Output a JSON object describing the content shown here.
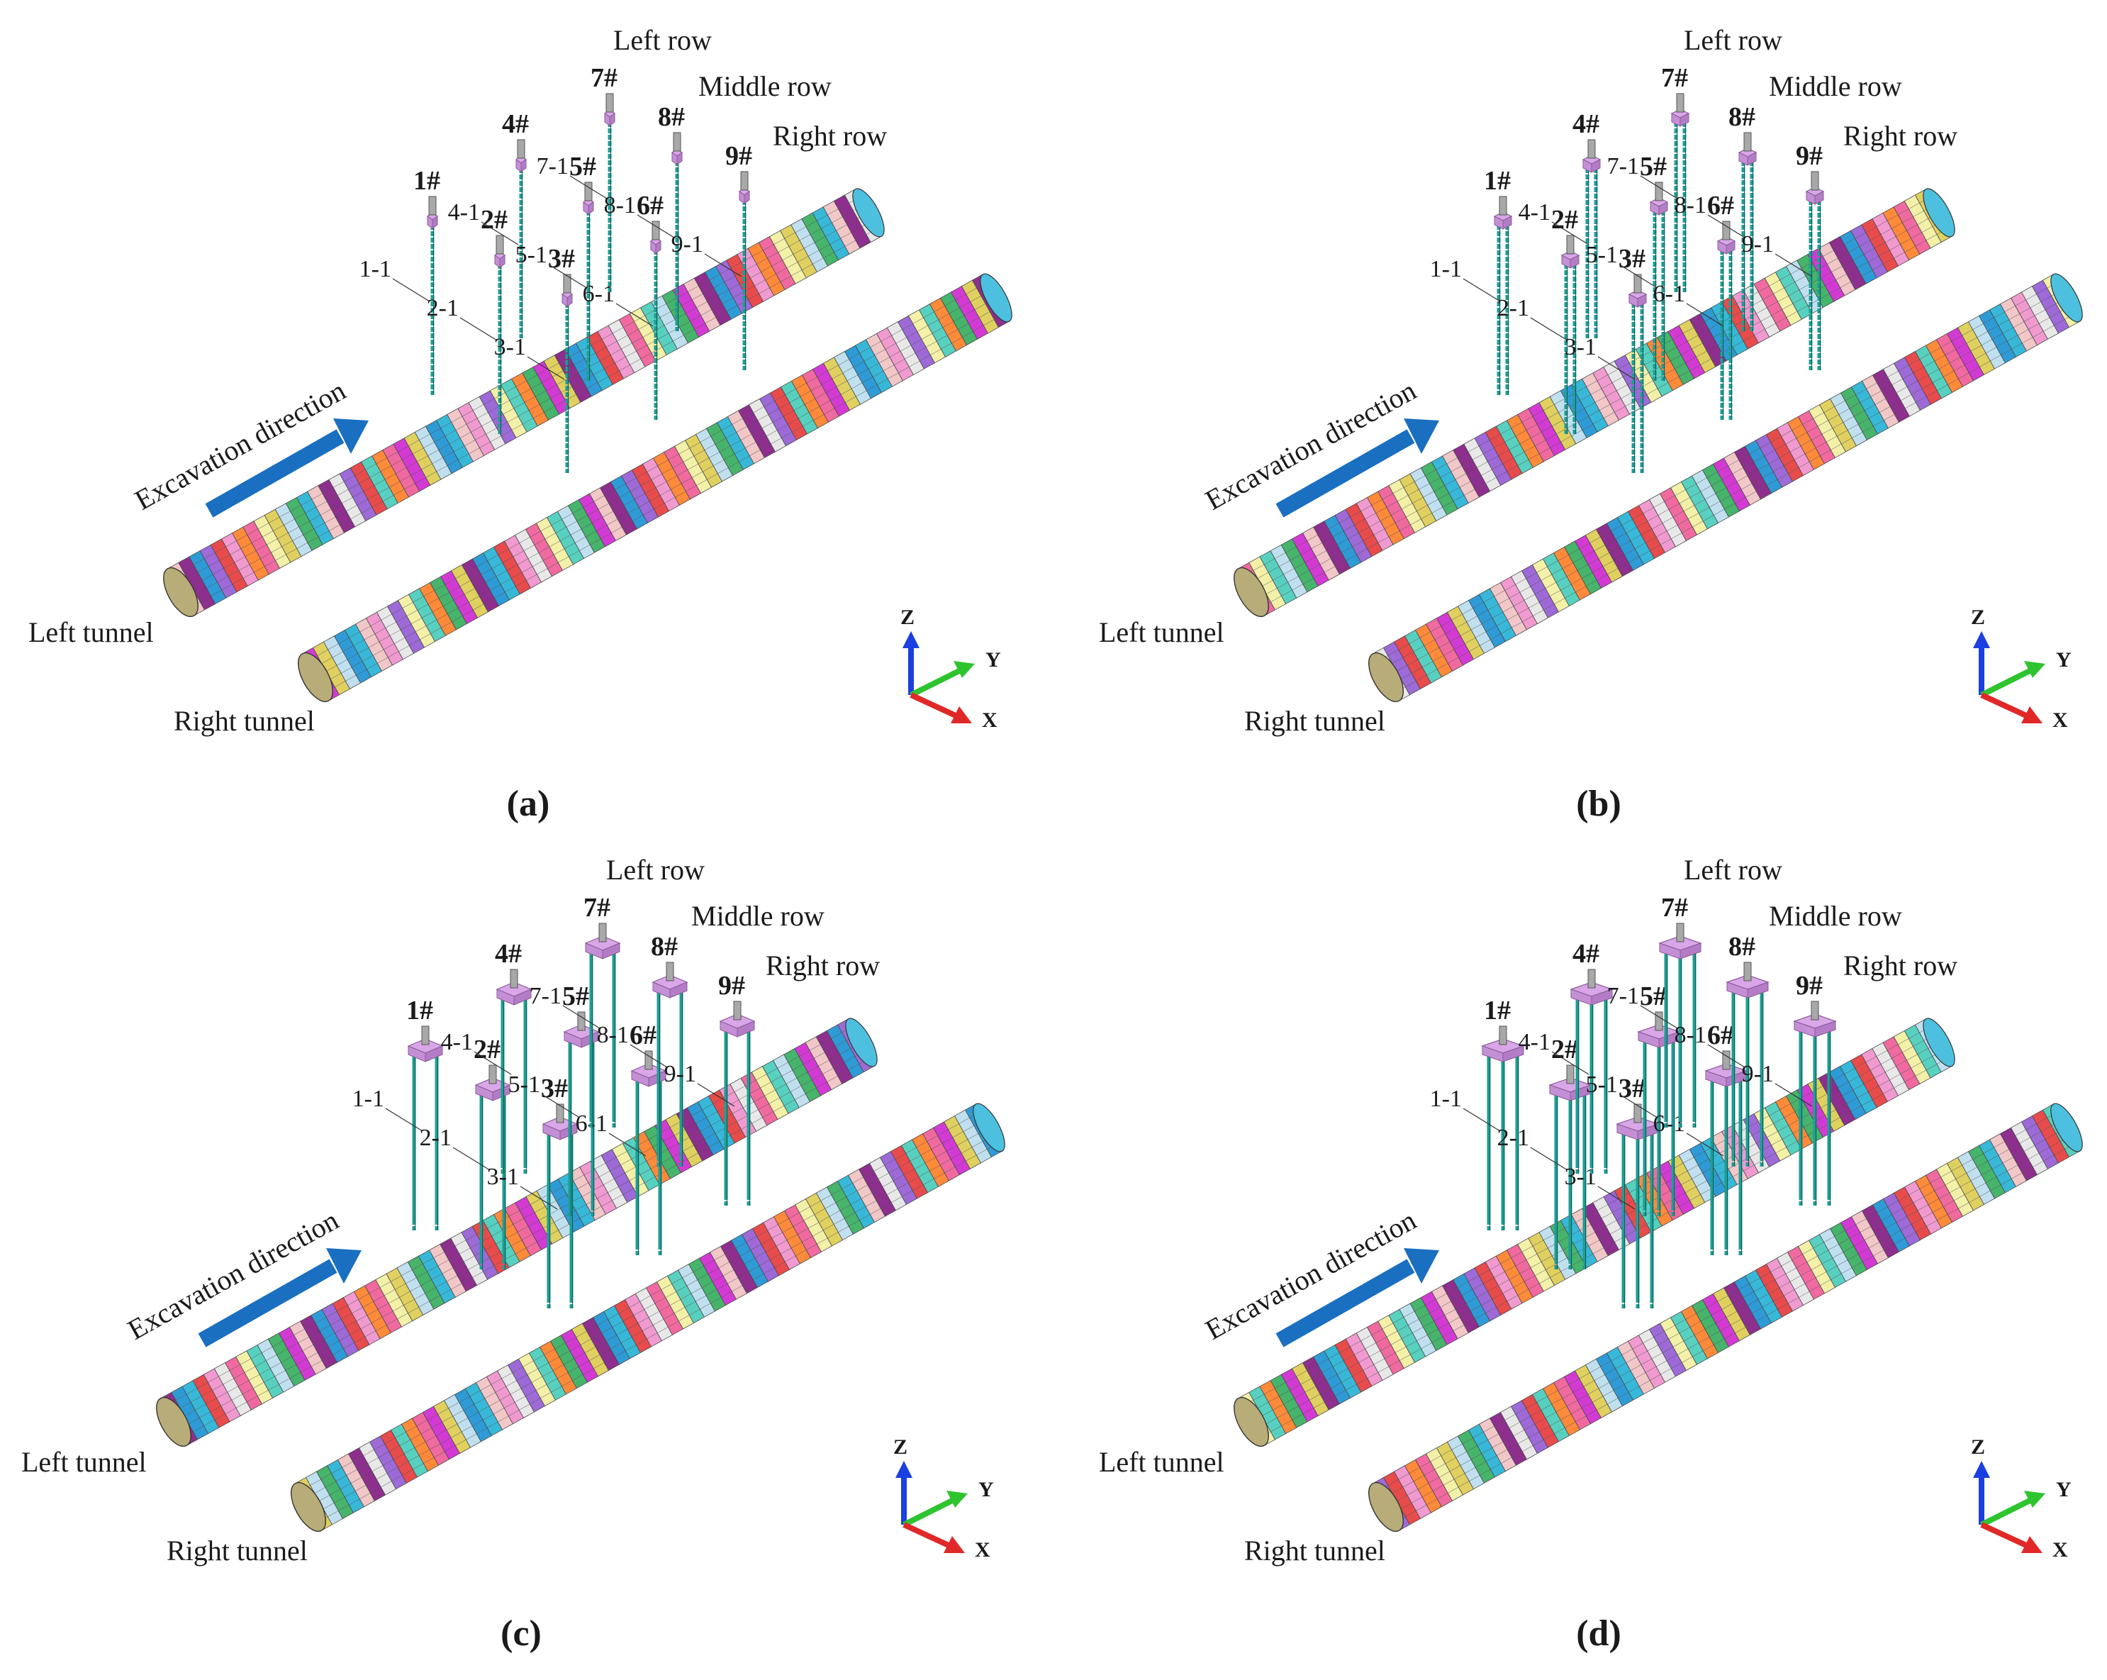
{
  "panels": [
    {
      "id": "a",
      "caption": "(a)",
      "piles_per_cap": 1,
      "labels": {
        "left_row": "Left row",
        "middle_row": "Middle row",
        "right_row": "Right row",
        "excavation": "Excavation direction",
        "left_tunnel": "Left tunnel",
        "right_tunnel": "Right tunnel"
      },
      "piles": [
        {
          "name": "1#",
          "sub": "1-1"
        },
        {
          "name": "2#",
          "sub": "2-1"
        },
        {
          "name": "3#",
          "sub": "3-1"
        },
        {
          "name": "4#",
          "sub": "4-1"
        },
        {
          "name": "5#",
          "sub": "5-1"
        },
        {
          "name": "6#",
          "sub": "6-1"
        },
        {
          "name": "7#",
          "sub": "7-1"
        },
        {
          "name": "8#",
          "sub": "8-1"
        },
        {
          "name": "9#",
          "sub": "9-1"
        }
      ],
      "axes": {
        "z": "Z",
        "y": "Y",
        "x": "X"
      }
    },
    {
      "id": "b",
      "caption": "(b)",
      "piles_per_cap": 2,
      "labels": {
        "left_row": "Left row",
        "middle_row": "Middle row",
        "right_row": "Right row",
        "excavation": "Excavation direction",
        "left_tunnel": "Left tunnel",
        "right_tunnel": "Right tunnel"
      },
      "piles": [
        {
          "name": "1#",
          "sub": "1-1"
        },
        {
          "name": "2#",
          "sub": "2-1"
        },
        {
          "name": "3#",
          "sub": "3-1"
        },
        {
          "name": "4#",
          "sub": "4-1"
        },
        {
          "name": "5#",
          "sub": "5-1"
        },
        {
          "name": "6#",
          "sub": "6-1"
        },
        {
          "name": "7#",
          "sub": "7-1"
        },
        {
          "name": "8#",
          "sub": "8-1"
        },
        {
          "name": "9#",
          "sub": "9-1"
        }
      ],
      "axes": {
        "z": "Z",
        "y": "Y",
        "x": "X"
      }
    },
    {
      "id": "c",
      "caption": "(c)",
      "piles_per_cap": 4,
      "labels": {
        "left_row": "Left row",
        "middle_row": "Middle row",
        "right_row": "Right row",
        "excavation": "Excavation direction",
        "left_tunnel": "Left tunnel",
        "right_tunnel": "Right tunnel"
      },
      "piles": [
        {
          "name": "1#",
          "sub": "1-1"
        },
        {
          "name": "2#",
          "sub": "2-1"
        },
        {
          "name": "3#",
          "sub": "3-1"
        },
        {
          "name": "4#",
          "sub": "4-1"
        },
        {
          "name": "5#",
          "sub": "5-1"
        },
        {
          "name": "6#",
          "sub": "6-1"
        },
        {
          "name": "7#",
          "sub": "7-1"
        },
        {
          "name": "8#",
          "sub": "8-1"
        },
        {
          "name": "9#",
          "sub": "9-1"
        }
      ],
      "axes": {
        "z": "Z",
        "y": "Y",
        "x": "X"
      }
    },
    {
      "id": "d",
      "caption": "(d)",
      "piles_per_cap": 6,
      "labels": {
        "left_row": "Left row",
        "middle_row": "Middle row",
        "right_row": "Right row",
        "excavation": "Excavation direction",
        "left_tunnel": "Left tunnel",
        "right_tunnel": "Right tunnel"
      },
      "piles": [
        {
          "name": "1#",
          "sub": "1-1"
        },
        {
          "name": "2#",
          "sub": "2-1"
        },
        {
          "name": "3#",
          "sub": "3-1"
        },
        {
          "name": "4#",
          "sub": "4-1"
        },
        {
          "name": "5#",
          "sub": "5-1"
        },
        {
          "name": "6#",
          "sub": "6-1"
        },
        {
          "name": "7#",
          "sub": "7-1"
        },
        {
          "name": "8#",
          "sub": "8-1"
        },
        {
          "name": "9#",
          "sub": "9-1"
        }
      ],
      "axes": {
        "z": "Z",
        "y": "Y",
        "x": "X"
      }
    }
  ],
  "colors": {
    "pile": "#1f9e94",
    "pile_dark": "#0f5f59",
    "cap": "#d9a6e8",
    "cap_edge": "#8a5d98",
    "arrow": "#1a6fc0",
    "axis_z": "#1b3fe0",
    "axis_y": "#2fc42f",
    "axis_x": "#e02828",
    "tunnel_face": "#b8ac78",
    "ring_palette": [
      "#f2c7c7",
      "#e84b4b",
      "#f3f0a8",
      "#d33ad3",
      "#38b8d8",
      "#9d6ad8",
      "#f06aa0",
      "#46b46b",
      "#2e9bd6",
      "#e8e8e8",
      "#ff8a3a",
      "#c0e0f0",
      "#8e2e8e",
      "#f09ad0",
      "#58d0c0",
      "#e0d060"
    ]
  }
}
